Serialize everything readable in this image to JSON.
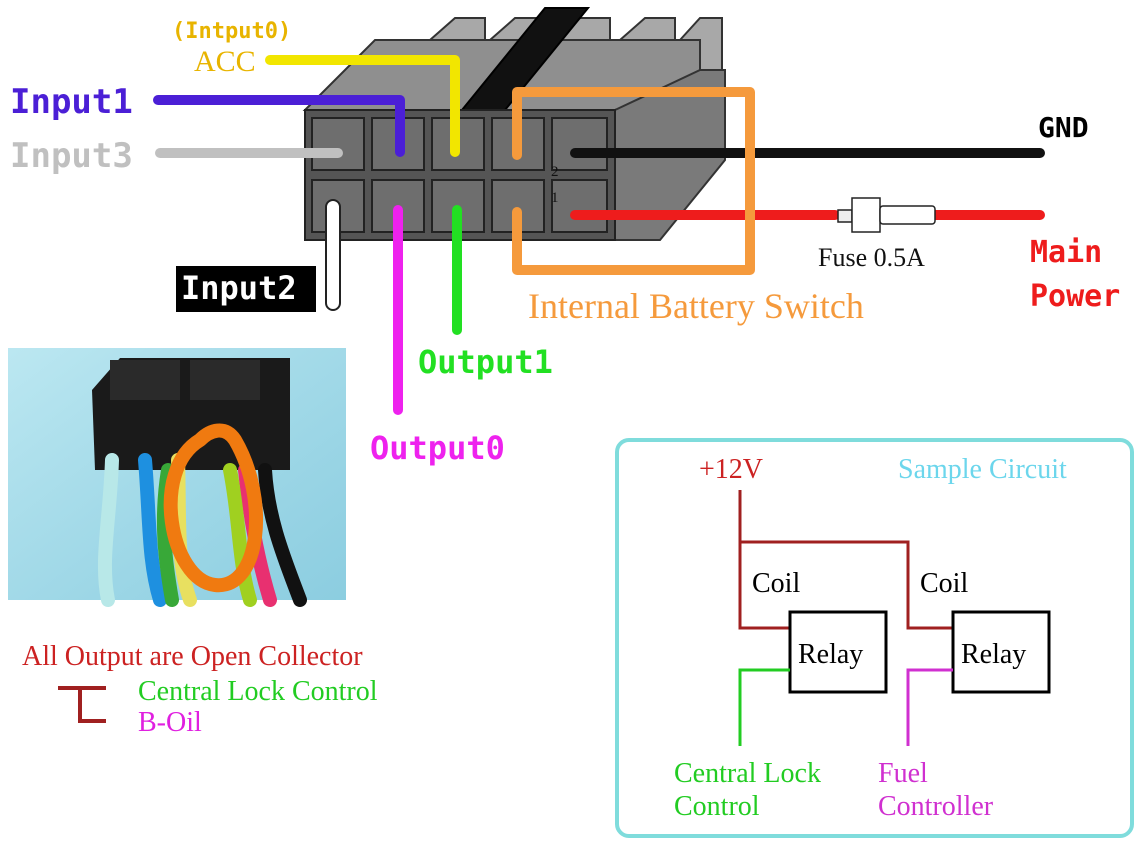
{
  "connector": {
    "pin2_label": "2",
    "pin1_label": "1"
  },
  "labels": {
    "input0_name": "(Intput0)",
    "acc": "ACC",
    "input1": "Input1",
    "input3": "Input3",
    "input2": "Input2",
    "gnd": "GND",
    "main_power_line1": "Main",
    "main_power_line2": "Power",
    "fuse": "Fuse 0.5A",
    "internal_battery_switch": "Internal Battery Switch",
    "output1": "Output1",
    "output0": "Output0"
  },
  "legend": {
    "title": "All Output are Open Collector",
    "item1": "Central Lock Control",
    "item2": "B-Oil"
  },
  "sample_circuit": {
    "title": "Sample Circuit",
    "supply": "+12V",
    "coil1": "Coil",
    "coil2": "Coil",
    "relay1": "Relay",
    "relay2": "Relay",
    "out1_line1": "Central Lock",
    "out1_line2": "Control",
    "out2_line1": "Fuel",
    "out2_line2": "Controller"
  },
  "colors": {
    "input1": "#4b1fd6",
    "input3": "#c0c0c0",
    "acc": "#f2e600",
    "acc_text": "#e8b400",
    "gnd": "#000000",
    "main_power": "#ee1c1c",
    "switch": "#f59a3c",
    "output1": "#22e022",
    "output0": "#ee22ee",
    "circuit_border": "#7fdcdc",
    "circuit_title": "#6cd6ec",
    "circuit_wire": "#a02020",
    "legend_red": "#cc2222"
  }
}
